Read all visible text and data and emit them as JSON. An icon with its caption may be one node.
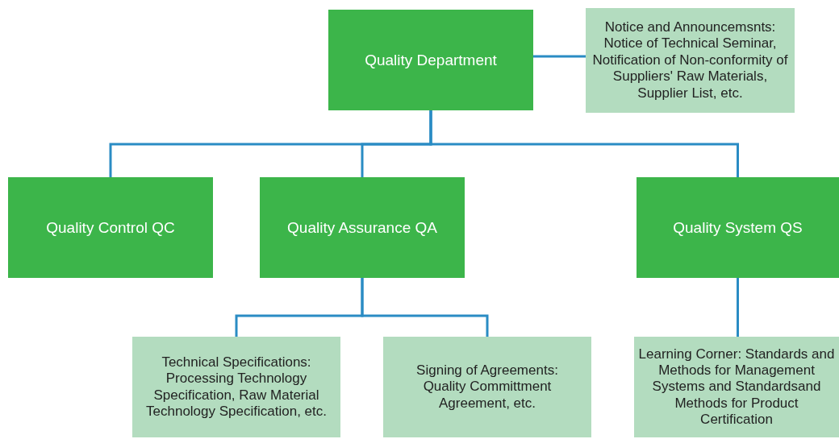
{
  "diagram": {
    "nodes": [
      {
        "text": [
          "Quality Department"
        ]
      },
      {
        "text": [
          "Notice and Announcemsnts: Notice of Technical Seminar, Notification of Non-conformity of Suppliers' Raw Materials, Supplier List, etc."
        ]
      },
      {
        "text": [
          "Quality Control QC"
        ]
      },
      {
        "text": [
          "Quality Assurance QA"
        ]
      },
      {
        "text": [
          "Quality System QS"
        ]
      },
      {
        "text": [
          "Technical Specifications: Processing Technology Specification, Raw Material Technology Specification, etc."
        ]
      },
      {
        "text": [
          "Signing of Agreements: Quality Committment Agreement, etc."
        ]
      },
      {
        "text": [
          "Learning Corner: Standards and Methods for Management Systems and Standardsand Methods for Product Certification"
        ]
      }
    ],
    "edges": [
      {
        "from": 0,
        "to": 1,
        "arrow": "none"
      },
      {
        "from": 0,
        "to": 2,
        "arrow": "none"
      },
      {
        "from": 0,
        "to": 3,
        "arrow": "none"
      },
      {
        "from": 0,
        "to": 4,
        "arrow": "none"
      },
      {
        "from": 3,
        "to": 5,
        "arrow": "none"
      },
      {
        "from": 3,
        "to": 6,
        "arrow": "none"
      },
      {
        "from": 4,
        "to": 7,
        "arrow": "none"
      }
    ]
  }
}
